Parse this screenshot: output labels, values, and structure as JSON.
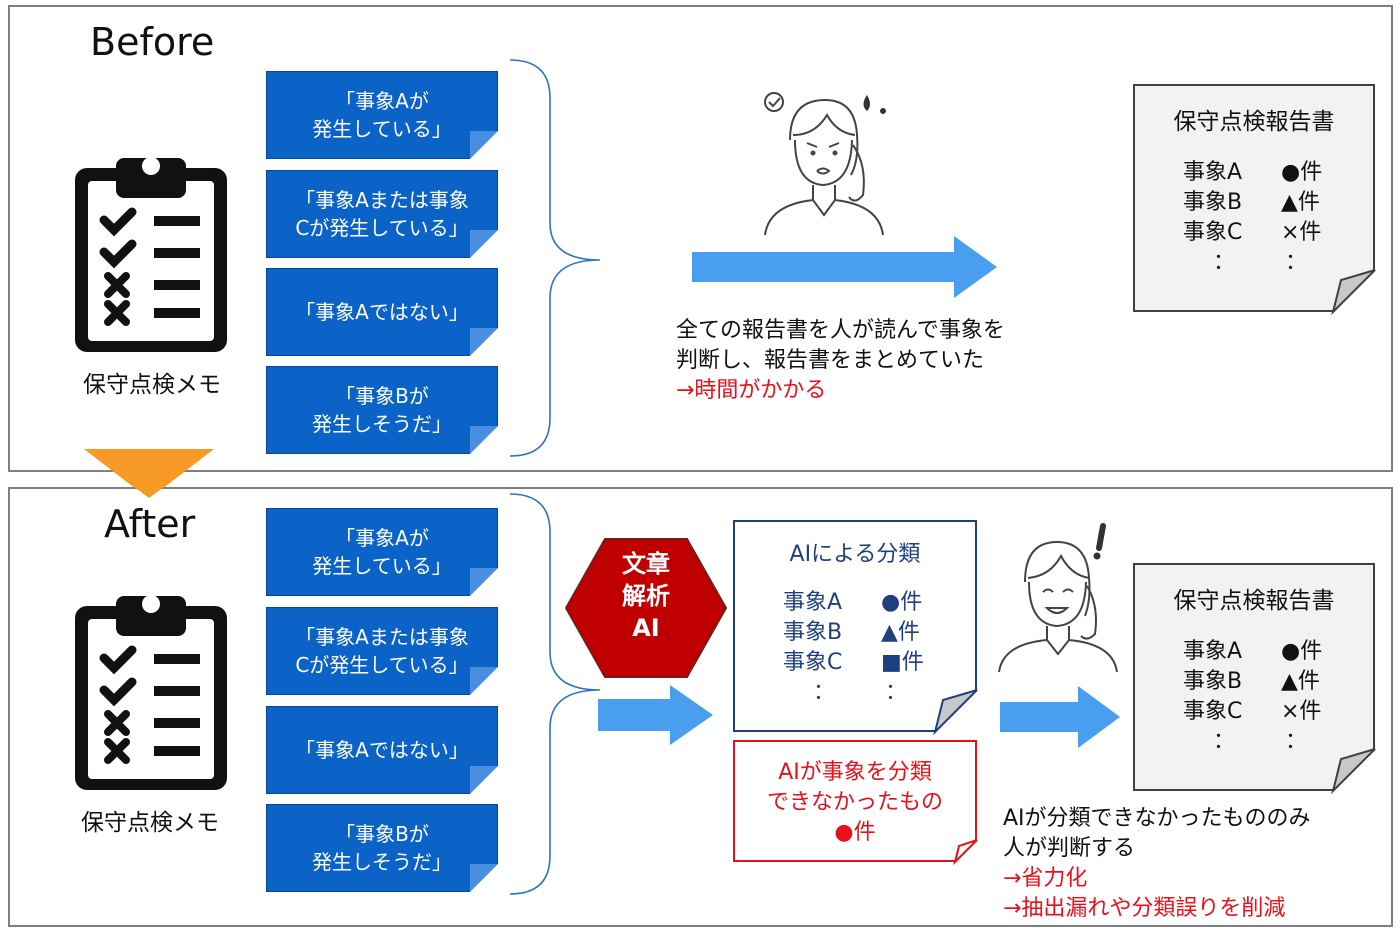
{
  "colors": {
    "note_fill": "#0b63c8",
    "arrow_blue": "#4a9ef0",
    "bracket": "#2f74c4",
    "hexagon": "#c00000",
    "red_text": "#e8101b",
    "report_fill": "#f2f2f2",
    "orange_arrow": "#f79a26"
  },
  "before": {
    "heading": "Before",
    "memo_label": "保守点検メモ",
    "notes": [
      "「事象Aが\n発生している」",
      "「事象Aまたは事象\nCが発生している」",
      "「事象Aではない」",
      "「事象Bが\n発生しそうだ」"
    ],
    "description_lines": [
      "全ての報告書を人が読んで事象を",
      "判断し、報告書をまとめていた"
    ],
    "problem": "→時間がかかる",
    "report": {
      "title": "保守点検報告書",
      "rows": [
        {
          "label": "事象A",
          "value": "●件"
        },
        {
          "label": "事象B",
          "value": "▲件"
        },
        {
          "label": "事象C",
          "value": "×件"
        },
        {
          "label": "：",
          "value": "："
        }
      ]
    },
    "person_icon": "worried-woman-icon"
  },
  "after": {
    "heading": "After",
    "memo_label": "保守点検メモ",
    "notes": [
      "「事象Aが\n発生している」",
      "「事象Aまたは事象\nCが発生している」",
      "「事象Aではない」",
      "「事象Bが\n発生しそうだ」"
    ],
    "ai_label_lines": [
      "文章",
      "解析",
      "AI"
    ],
    "ai_result": {
      "title": "AIによる分類",
      "rows": [
        {
          "label": "事象A",
          "value": "●件"
        },
        {
          "label": "事象B",
          "value": "▲件"
        },
        {
          "label": "事象C",
          "value": "■件"
        },
        {
          "label": "：",
          "value": "："
        }
      ]
    },
    "unclassified_lines": [
      "AIが事象を分類",
      "できなかったもの",
      "●件"
    ],
    "description_lines": [
      "AIが分類できなかったもののみ",
      "人が判断する"
    ],
    "benefits": [
      "→省力化",
      "→抽出漏れや分類誤りを削減"
    ],
    "report": {
      "title": "保守点検報告書",
      "rows": [
        {
          "label": "事象A",
          "value": "●件"
        },
        {
          "label": "事象B",
          "value": "▲件"
        },
        {
          "label": "事象C",
          "value": "×件"
        },
        {
          "label": "：",
          "value": "："
        }
      ]
    },
    "person_icon": "smiling-woman-icon"
  }
}
